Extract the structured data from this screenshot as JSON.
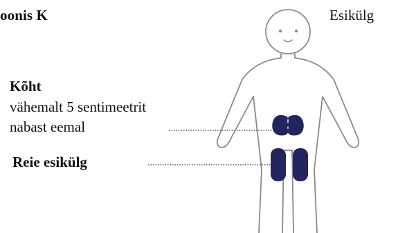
{
  "figure": {
    "label": "oonis K",
    "view_label": "Esikülg"
  },
  "regions": {
    "abdomen": {
      "title": "Kõht",
      "desc_line1": "vähemalt 5 sentimeetrit",
      "desc_line2": "nabast eemal"
    },
    "thigh": {
      "title": "Reie esikülg"
    }
  },
  "colors": {
    "outline": "#8a8a8a",
    "injection_site": "#24245e",
    "leader_line": "#2a2a6a"
  },
  "icons": {
    "person": "person-outline-icon"
  }
}
